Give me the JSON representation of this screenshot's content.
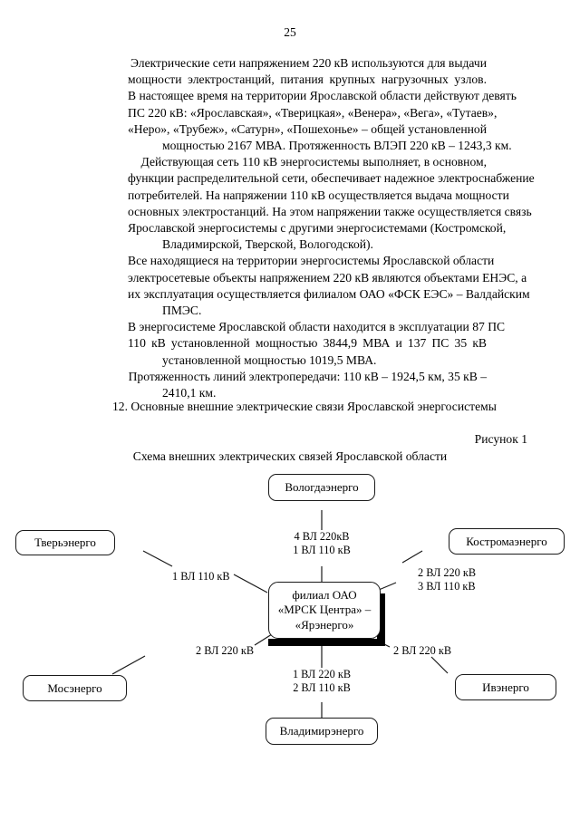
{
  "page": {
    "number": "25"
  },
  "body": {
    "paragraphs": [
      {
        "id": "p1",
        "lines": [
          "Электрические сети напряжением 220 кВ используются для выдачи",
          "мощности электростанций, питания крупных нагрузочных узлов.",
          "В настоящее время на территории Ярославской области действуют девять",
          "ПС 220 кВ: «Ярославская», «Тверицкая», «Венера», «Вега», «Тутаев»,",
          "«Неро», «Трубеж», «Сатурн», «Пошехонье» – общей установленной",
          "мощностью 2167 МВА. Протяженность ВЛЭП 220 кВ – 1243,3 км."
        ]
      },
      {
        "id": "p2",
        "lines": [
          "Действующая сеть 110 кВ энергосистемы выполняет, в основном,",
          "функции распределительной сети, обеспечивает надежное электроснабжение",
          "потребителей. На напряжении 110 кВ осуществляется выдача мощности",
          "основных электростанций. На этом напряжении также осуществляется связь",
          "Ярославской энергосистемы с другими энергосистемами (Костромской,",
          "Владимирской, Тверской, Вологодской)."
        ]
      },
      {
        "id": "p3",
        "lines": [
          "Все находящиеся на территории энергосистемы Ярославской области",
          "электросетевые объекты напряжением 220 кВ являются объектами ЕНЭС, а",
          "их эксплуатация осуществляется филиалом ОАО «ФСК ЕЭС» – Валдайским",
          "ПМЭС."
        ]
      },
      {
        "id": "p4",
        "lines": [
          "В энергосистеме Ярославской области находится в эксплуатации 87 ПС",
          "110 кВ установленной мощностью 3844,9 МВА и 137 ПС 35 кВ",
          "установленной мощностью 1019,5 МВА."
        ]
      },
      {
        "id": "p5",
        "lines": [
          "Протяженность линий электропередачи: 110 кВ – 1924,5 км, 35 кВ –",
          "2410,1 км."
        ]
      }
    ]
  },
  "section": {
    "heading": "12. Основные внешние электрические связи Ярославской энергосистемы"
  },
  "figure": {
    "label": "Рисунок 1",
    "title": "Схема внешних электрических связей Ярославской области",
    "center_node": {
      "name": "central-node-yarenergo",
      "lines": [
        "филиал ОАО",
        "«МРСК Центра» –",
        "«Ярэнерго»"
      ]
    },
    "nodes": [
      {
        "name": "node-vologdaenergo",
        "label": "Вологдаэнерго"
      },
      {
        "name": "node-tverenergo",
        "label": "Тверьэнерго"
      },
      {
        "name": "node-kostromaenergo",
        "label": "Костромаэнерго"
      },
      {
        "name": "node-mosenergo",
        "label": "Мосэнерго"
      },
      {
        "name": "node-ivenergo",
        "label": "Ивэнерго"
      },
      {
        "name": "node-vladimirenergo",
        "label": "Владимирэнерго"
      }
    ],
    "edge_labels": [
      {
        "name": "edge-label-vologda",
        "line1": "4 ВЛ 220кВ",
        "line2": "1 ВЛ 110 кВ"
      },
      {
        "name": "edge-label-tver",
        "line1": "1 ВЛ 110 кВ",
        "line2": ""
      },
      {
        "name": "edge-label-kostroma",
        "line1": "2 ВЛ 220 кВ",
        "line2": "3 ВЛ 110 кВ"
      },
      {
        "name": "edge-label-mos",
        "line1": "2 ВЛ 220 кВ",
        "line2": ""
      },
      {
        "name": "edge-label-iv",
        "line1": "2 ВЛ 220 кВ",
        "line2": ""
      },
      {
        "name": "edge-label-vladimir",
        "line1": "1 ВЛ 220 кВ",
        "line2": "2 ВЛ 110 кВ"
      }
    ]
  },
  "colors": {
    "ink": "#000000",
    "page_background": "#ffffff",
    "box_border": "#1a1a1a",
    "shadow": "#000000"
  }
}
